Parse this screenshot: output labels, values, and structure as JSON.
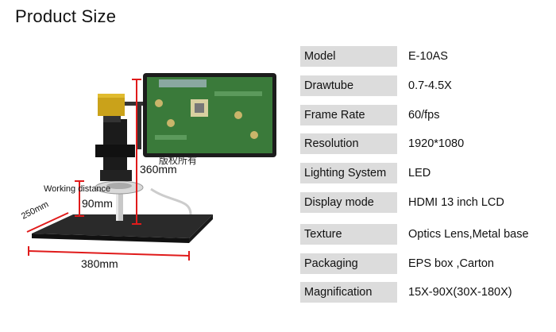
{
  "page": {
    "title": "Product Size"
  },
  "figure": {
    "dimensions": {
      "height_total": "360mm",
      "working_distance_label": "Working distance",
      "working_distance_value": "90mm",
      "depth": "250mm",
      "width": "380mm"
    },
    "watermark": "版权所有",
    "colors": {
      "red_dimension": "#e01b1b",
      "base": "#1f1f1f",
      "pcb": "#3a7a3a",
      "camera": "#c9a016"
    }
  },
  "specs": [
    {
      "label": "Model",
      "value": "E-10AS"
    },
    {
      "label": "Drawtube",
      "value": "0.7-4.5X"
    },
    {
      "label": "Frame Rate",
      "value": "60/fps"
    },
    {
      "label": "Resolution",
      "value": "1920*1080"
    },
    {
      "label": "Lighting System",
      "value": "LED"
    },
    {
      "label": "Display mode",
      "value": "HDMI 13 inch LCD"
    },
    {
      "label": "Texture",
      "value": "Optics Lens,Metal base"
    },
    {
      "label": "Packaging",
      "value": "EPS box ,Carton"
    },
    {
      "label": "Magnification",
      "value": "15X-90X(30X-180X)"
    }
  ]
}
